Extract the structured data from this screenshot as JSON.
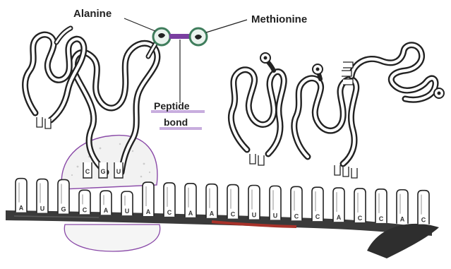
{
  "labels": {
    "alanine": "Alanine",
    "methionine": "Methionine",
    "peptide": "Peptide",
    "bond": "bond"
  },
  "mrna_bases": [
    "A",
    "U",
    "G",
    "C",
    "A",
    "U",
    "A",
    "C",
    "A",
    "A",
    "C",
    "U",
    "U",
    "C",
    "C",
    "A",
    "C",
    "C",
    "A",
    "C"
  ],
  "anticodon_bases": [
    "C",
    "G",
    "U"
  ],
  "colors": {
    "ink": "#222222",
    "strand_dark": "#3a3a3a",
    "strand_light": "#ffffff",
    "peptide_bond": "#7a3fa0",
    "mrna_red": "#a8322a",
    "ribosome_outline": "#8a4aa8",
    "amino_green": "#3f7d5c"
  }
}
